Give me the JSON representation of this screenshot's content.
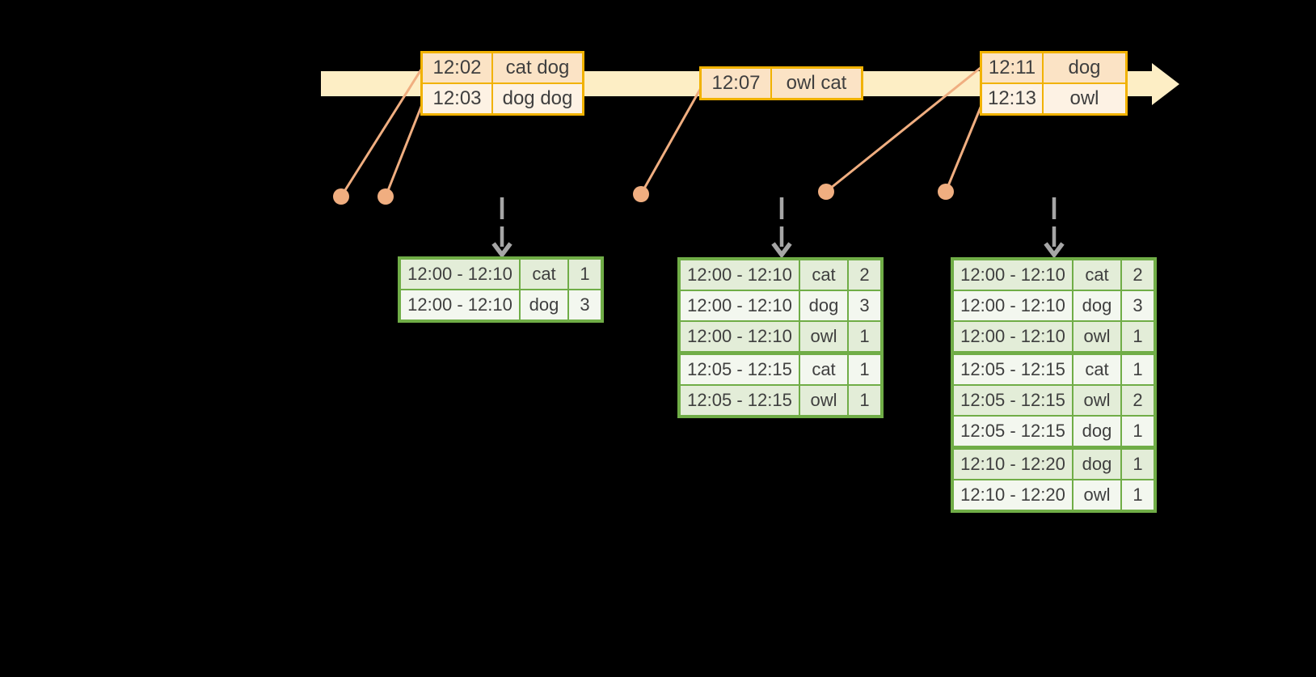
{
  "palette": {
    "ink": "#3f3f3f",
    "timeline_fill": "#fdeec5",
    "event_border": "#f1b200",
    "event_fill_1": "#fbe3c5",
    "event_fill_2": "#fdf2e4",
    "salmon": "#f0ae80",
    "arrow_gray": "#a6a6a6",
    "table_border": "#70ad47",
    "row_sage": "#e3edd8",
    "row_white": "#f3f7ef"
  },
  "timeline": {
    "event_groups": [
      {
        "rows": [
          {
            "time": "12:02",
            "words": "cat dog"
          },
          {
            "time": "12:03",
            "words": "dog dog"
          }
        ]
      },
      {
        "rows": [
          {
            "time": "12:07",
            "words": "owl cat"
          }
        ]
      },
      {
        "rows": [
          {
            "time": "12:11",
            "words": "dog"
          },
          {
            "time": "12:13",
            "words": "owl"
          }
        ]
      }
    ]
  },
  "result_tables": [
    {
      "rows": [
        {
          "window": "12:00 - 12:10",
          "word": "cat",
          "count": "1"
        },
        {
          "window": "12:00 - 12:10",
          "word": "dog",
          "count": "3"
        }
      ]
    },
    {
      "rows": [
        {
          "window": "12:00 - 12:10",
          "word": "cat",
          "count": "2"
        },
        {
          "window": "12:00 - 12:10",
          "word": "dog",
          "count": "3"
        },
        {
          "window": "12:00 - 12:10",
          "word": "owl",
          "count": "1"
        },
        {
          "window": "12:05 - 12:15",
          "word": "cat",
          "count": "1"
        },
        {
          "window": "12:05 - 12:15",
          "word": "owl",
          "count": "1"
        }
      ]
    },
    {
      "rows": [
        {
          "window": "12:00 - 12:10",
          "word": "cat",
          "count": "2"
        },
        {
          "window": "12:00 - 12:10",
          "word": "dog",
          "count": "3"
        },
        {
          "window": "12:00 - 12:10",
          "word": "owl",
          "count": "1"
        },
        {
          "window": "12:05 - 12:15",
          "word": "cat",
          "count": "1"
        },
        {
          "window": "12:05 - 12:15",
          "word": "owl",
          "count": "2"
        },
        {
          "window": "12:05 - 12:15",
          "word": "dog",
          "count": "1"
        },
        {
          "window": "12:10 - 12:20",
          "word": "dog",
          "count": "1"
        },
        {
          "window": "12:10 - 12:20",
          "word": "owl",
          "count": "1"
        }
      ]
    }
  ]
}
